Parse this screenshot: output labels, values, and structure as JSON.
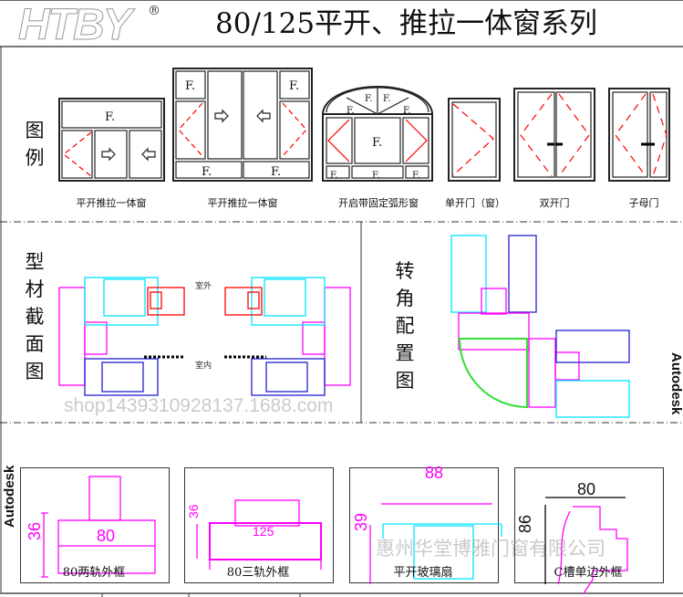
{
  "header": {
    "logo_text": "HTBY",
    "registered_mark": "®",
    "title": "80/125平开、推拉一体窗系列"
  },
  "legend_section": {
    "label": "图例",
    "fixed_label": "F.",
    "windows": [
      {
        "caption": "平开推拉一体窗"
      },
      {
        "caption": "平开推拉一体窗"
      },
      {
        "caption": "开启带固定弧形窗"
      },
      {
        "caption": "单开门（窗）"
      },
      {
        "caption": "双开门"
      },
      {
        "caption": "子母门"
      }
    ]
  },
  "profile_section": {
    "label": "型材截面图",
    "outdoor_label": "室外",
    "indoor_label": "室内"
  },
  "corner_section": {
    "label": "转角配置图"
  },
  "brand_side_label": "Autodesk",
  "profiles": [
    {
      "caption": "80两轨外框",
      "height_dim": "36",
      "width_dim": "80"
    },
    {
      "caption": "80三轨外框",
      "height_dim": "36",
      "width_dim": "125"
    },
    {
      "caption": "平开玻璃扇",
      "height_dim": "39",
      "width_dim": "88"
    },
    {
      "caption": "C槽单边外框",
      "height_dim": "86",
      "width_dim": "80"
    }
  ],
  "watermark": {
    "company": "惠州华堂博雅门窗有限公司",
    "shop": "shop1439310928137.1688.com"
  },
  "colors": {
    "magenta": "#ff00ff",
    "cyan": "#00e5ff",
    "blue": "#2020d0",
    "red": "#ff0000",
    "green": "#33dd33"
  }
}
